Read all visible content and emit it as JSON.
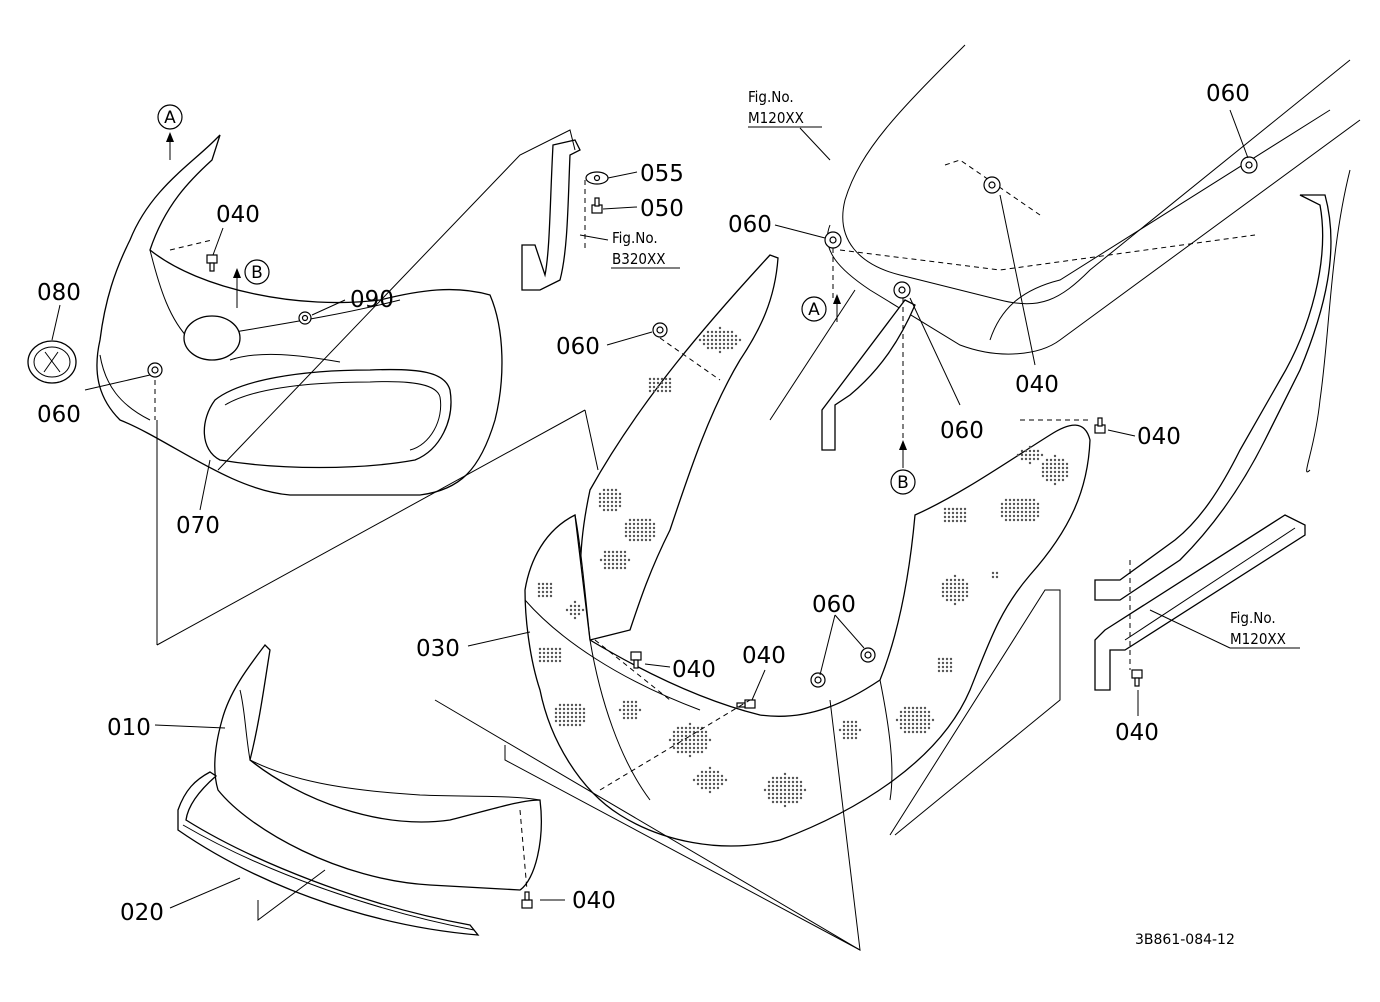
{
  "callouts": {
    "c010": "010",
    "c020": "020",
    "c030": "030",
    "c040_a": "040",
    "c040_b": "040",
    "c040_c": "040",
    "c040_d": "040",
    "c040_e": "040",
    "c040_f": "040",
    "c040_g": "040",
    "c050": "050",
    "c055": "055",
    "c060_a": "060",
    "c060_b": "060",
    "c060_c": "060",
    "c060_d": "060",
    "c060_e": "060",
    "c060_f": "060",
    "c070": "070",
    "c080": "080",
    "c090": "090"
  },
  "references": {
    "ref1_fig": "Fig.No.",
    "ref1_num": "M120XX",
    "ref2_fig": "Fig.No.",
    "ref2_num": "B320XX",
    "ref3_fig": "Fig.No.",
    "ref3_num": "M120XX"
  },
  "markers": {
    "a_top": "A",
    "b_left": "B",
    "a_mid": "A",
    "b_mid": "B"
  },
  "drawing_number": "3B861-084-12"
}
